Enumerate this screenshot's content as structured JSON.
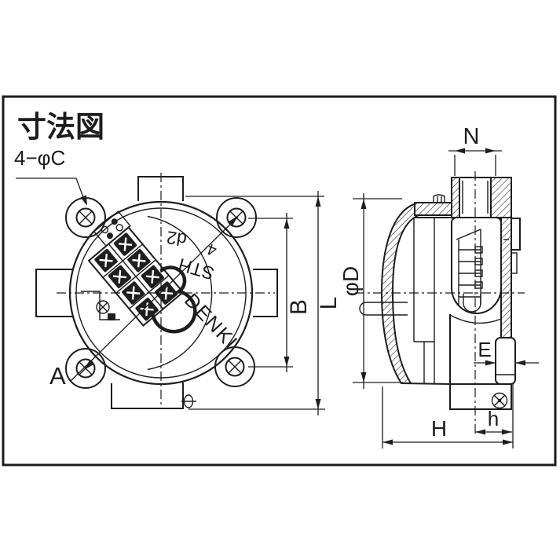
{
  "drawing": {
    "title": "寸法図",
    "hole_callout": "4−φC",
    "dimensions": {
      "a": "A",
      "b": "B",
      "l": "L",
      "phi_d": "φD",
      "n": "N",
      "e": "E",
      "h_width": "H",
      "h_offset": "h"
    },
    "cover_markings": {
      "size": "d2",
      "count": "4",
      "model": "STH",
      "brand": "DENKI"
    },
    "colors": {
      "line": "#1d1d1d",
      "background": "#ffffff"
    }
  }
}
